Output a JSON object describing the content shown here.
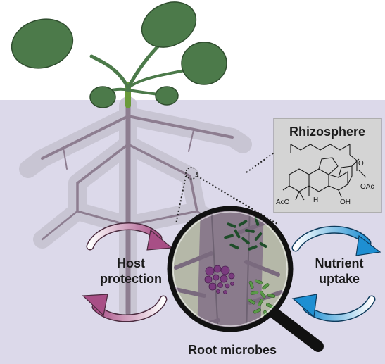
{
  "labels": {
    "rhizosphere": "Rhizosphere",
    "host_line1": "Host",
    "host_line2": "protection",
    "nutrient_line1": "Nutrient",
    "nutrient_line2": "uptake",
    "root_microbes": "Root microbes"
  },
  "molecule": {
    "aco": "AcO",
    "oac": "OAc",
    "h": "H",
    "oh": "OH",
    "o": "O"
  },
  "colors": {
    "soil": "#d9d6e8",
    "leaf": "#4c7a4a",
    "root": "#8a7a8e",
    "host_arrow": "#b0608f",
    "nutrient_arrow": "#2f9ed8",
    "microbe_dark_green": "#1f4d2a",
    "microbe_purple": "#7a3b7e",
    "microbe_light_green": "#5a9a48",
    "inset_bg": "#d3d3d3"
  },
  "icons": [
    "plant-icon",
    "magnifying-glass-icon",
    "host-protection-cycle-arrows",
    "nutrient-uptake-cycle-arrows"
  ]
}
